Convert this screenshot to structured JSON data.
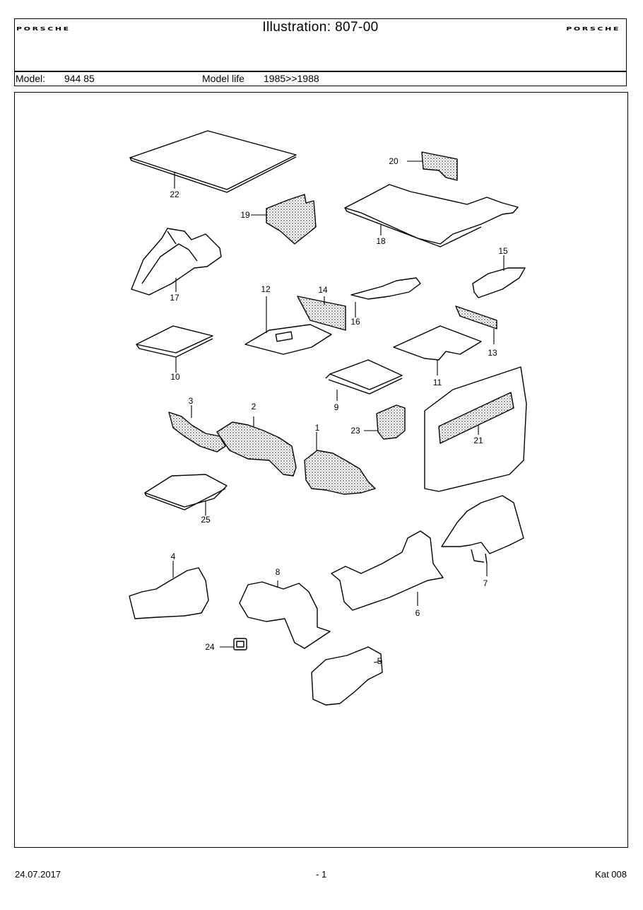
{
  "header": {
    "logo_text": "PORSCHE",
    "title": "Illustration: 807-00",
    "model_label": "Model:",
    "model_value": "944 85",
    "model_life_label": "Model life",
    "model_life_value": "1985>>1988"
  },
  "drawing": {
    "callouts": [
      "1",
      "2",
      "3",
      "4",
      "5",
      "6",
      "7",
      "8",
      "9",
      "10",
      "11",
      "12",
      "13",
      "14",
      "15",
      "16",
      "17",
      "18",
      "19",
      "20",
      "21",
      "22",
      "23",
      "24",
      "25"
    ]
  },
  "footer": {
    "date": "24.07.2017",
    "page": "- 1",
    "catalog": "Kat 008"
  }
}
